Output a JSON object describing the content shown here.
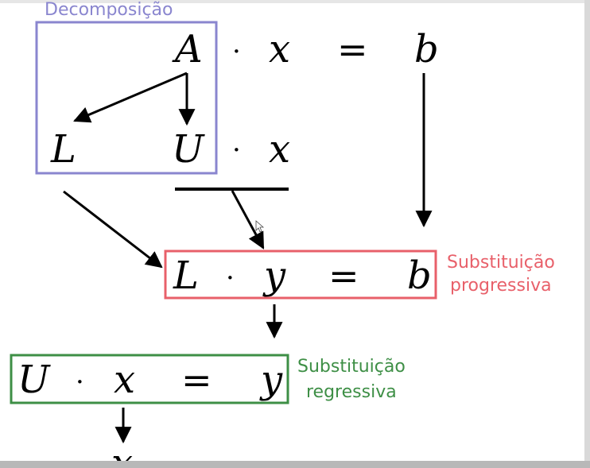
{
  "colors": {
    "decomposition": "#8a86cf",
    "progressive": "#e8606a",
    "regressive": "#3e8f46",
    "ink": "#000000"
  },
  "labels": {
    "decomposition_title": "Decomposição",
    "progressive_line1": "Substituição",
    "progressive_line2": "progressiva",
    "regressive_line1": "Substituição",
    "regressive_line2": "regressiva"
  },
  "equation_top": {
    "matrix": "A",
    "dot": "·",
    "unknown": "x",
    "equals": "=",
    "rhs": "b"
  },
  "factors": {
    "lower": "L",
    "upper": "U",
    "dot": "·",
    "unknown": "x"
  },
  "equation_progressive": {
    "matrix": "L",
    "dot": "·",
    "unknown": "y",
    "equals": "=",
    "rhs": "b"
  },
  "equation_regressive": {
    "matrix": "U",
    "dot": "·",
    "unknown": "x",
    "equals": "=",
    "rhs": "y"
  },
  "result": {
    "unknown": "x"
  }
}
